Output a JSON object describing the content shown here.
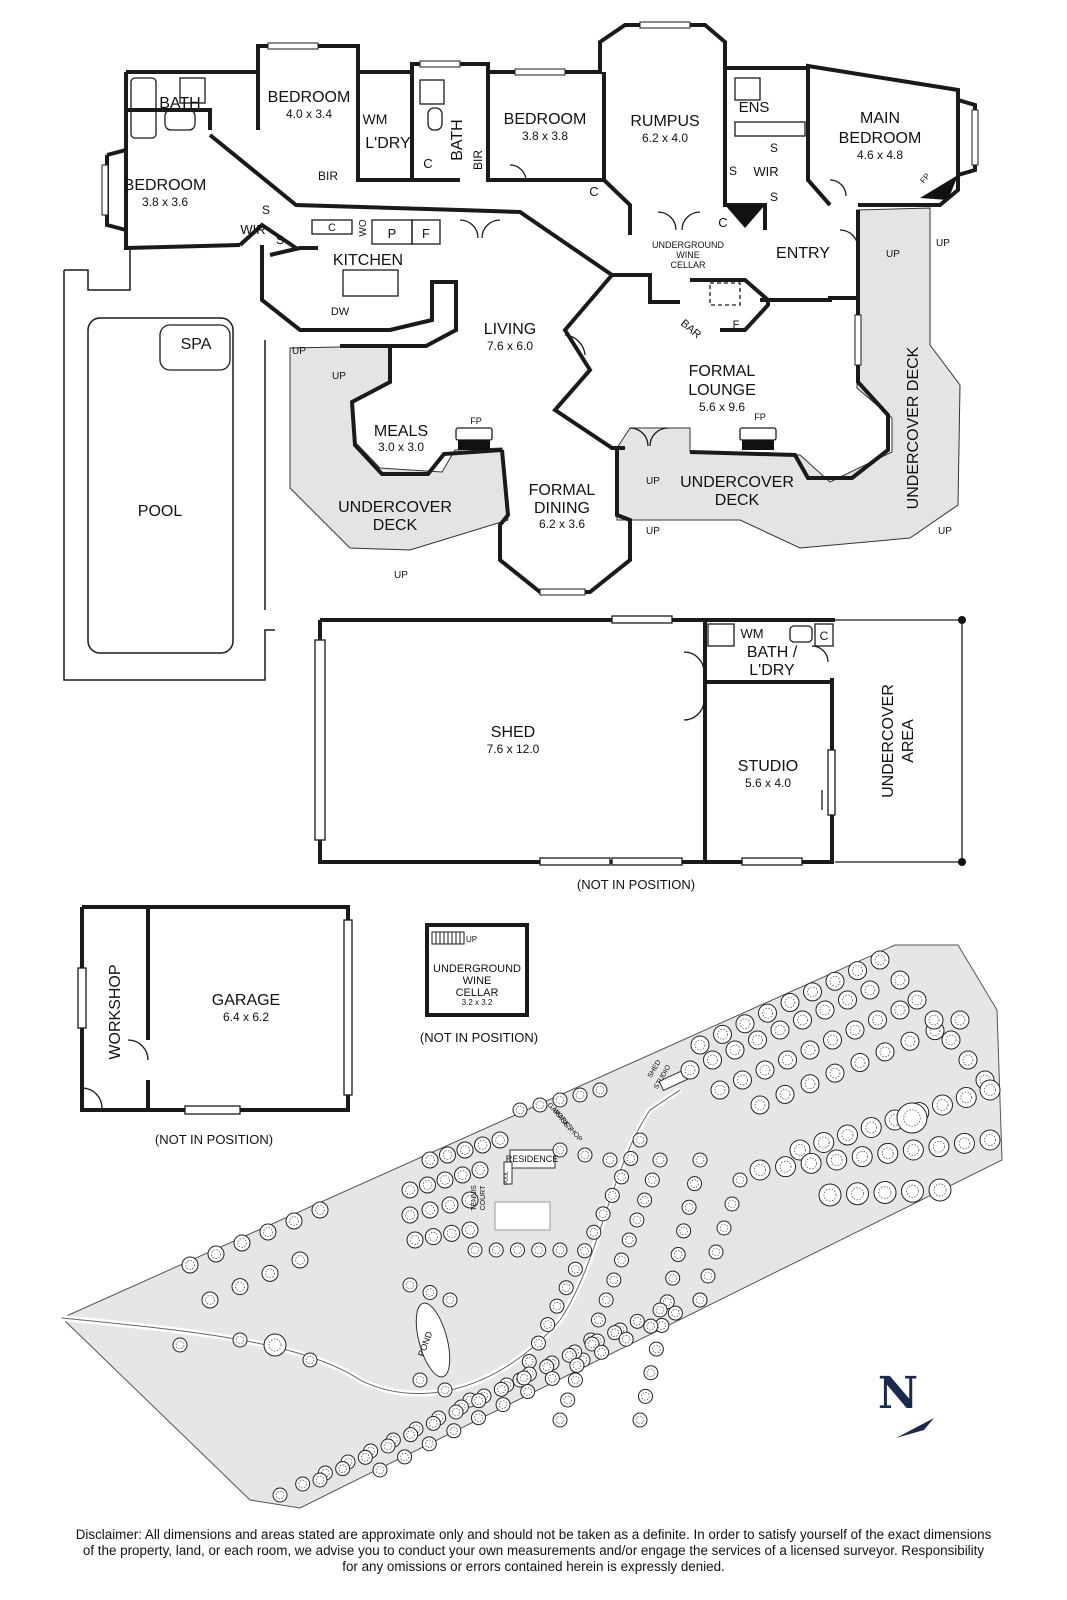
{
  "house": {
    "rooms": {
      "bath_left": "BATH",
      "bedroom_topleft": {
        "name": "BEDROOM",
        "dim": "4.0 x 3.4"
      },
      "wm_top": "WM",
      "laundry_top": "L'DRY",
      "bath_mid": "BATH",
      "bir_mid": "BIR",
      "cupboard_mid": "C",
      "bedroom_mid": {
        "name": "BEDROOM",
        "dim": "3.8 x 3.8"
      },
      "rumpus": {
        "name": "RUMPUS",
        "dim": "6.2 x 4.0"
      },
      "ens": "ENS",
      "main_bedroom": {
        "line1": "MAIN",
        "line2": "BEDROOM",
        "dim": "4.6 x 4.8"
      },
      "bedroom_left": {
        "name": "BEDROOM",
        "dim": "3.8 x 3.6"
      },
      "bir_left": "BIR",
      "wir_left": "WIR",
      "s_left1": "S",
      "s_left2": "S",
      "wir_main": "WIR",
      "s_main1": "S",
      "s_main2": "S",
      "s_main3": "S",
      "c_rumpus1": "C",
      "c_rumpus2": "C",
      "kitchen": "KITCHEN",
      "kitchen_c": "C",
      "kitchen_wo": "WO",
      "kitchen_p": "P",
      "kitchen_f": "F",
      "dw": "DW",
      "wine_cellar_note": {
        "line1": "UNDERGROUND",
        "line2": "WINE",
        "line3": "CELLAR"
      },
      "entry": "ENTRY",
      "bar": "BAR",
      "bar_f": "F",
      "living": {
        "name": "LIVING",
        "dim": "7.6 x 6.0"
      },
      "formal_lounge": {
        "line1": "FORMAL",
        "line2": "LOUNGE",
        "dim": "5.6 x 9.6"
      },
      "meals": {
        "name": "MEALS",
        "dim": "3.0 x 3.0"
      },
      "formal_dining": {
        "line1": "FORMAL",
        "line2": "DINING",
        "dim": "6.2 x 3.6"
      },
      "deck_left": {
        "line1": "UNDERCOVER",
        "line2": "DECK"
      },
      "deck_mid": {
        "line1": "UNDERCOVER",
        "line2": "DECK"
      },
      "deck_right": "UNDERCOVER DECK",
      "spa": "SPA",
      "pool": "POOL",
      "fp1": "FP",
      "fp2": "FP",
      "fp3": "FP"
    },
    "up": "UP"
  },
  "shed": {
    "name": "SHED",
    "dim": "7.6 x 12.0",
    "studio": {
      "name": "STUDIO",
      "dim": "5.6 x 4.0"
    },
    "wm": "WM",
    "c": "C",
    "bath_laundry": {
      "line1": "BATH /",
      "line2": "L'DRY"
    },
    "undercover_area": {
      "line1": "UNDERCOVER",
      "line2": "AREA"
    },
    "note": "(NOT IN POSITION)"
  },
  "garage": {
    "name": "GARAGE",
    "dim": "6.4 x 6.2",
    "workshop": "WORKSHOP",
    "note": "(NOT IN POSITION)"
  },
  "cellar": {
    "line1": "UNDERGROUND",
    "line2": "WINE",
    "line3": "CELLAR",
    "dim": "3.2 x 3.2",
    "up": "UP",
    "note": "(NOT IN POSITION)"
  },
  "site": {
    "residence": "RESIDENCE",
    "garage_workshop": {
      "line1": "GARAGE /",
      "line2": "WORKSHOP"
    },
    "shed_studio": {
      "line1": "SHED",
      "line2": "STUDIO"
    },
    "tennis_court": {
      "line1": "TENNIS",
      "line2": "COURT"
    },
    "pond": "POND",
    "pool": "POOL"
  },
  "compass": {
    "label": "N"
  },
  "disclaimer": {
    "line1": "Disclaimer: All dimensions and areas stated are approximate only and should not be taken as a definite. In order to satisfy yourself of the exact dimensions",
    "line2": "of the property, land, or each room, we advise you to conduct your own measurements and/or engage the services of a licensed surveyor. Responsibility",
    "line3": "for any omissions or errors contained herein is expressly denied."
  },
  "colors": {
    "wall": "#1a1a1a",
    "deck": "#e4e4e4",
    "site": "#e6e6e6",
    "compass": "#1b2a4a"
  }
}
